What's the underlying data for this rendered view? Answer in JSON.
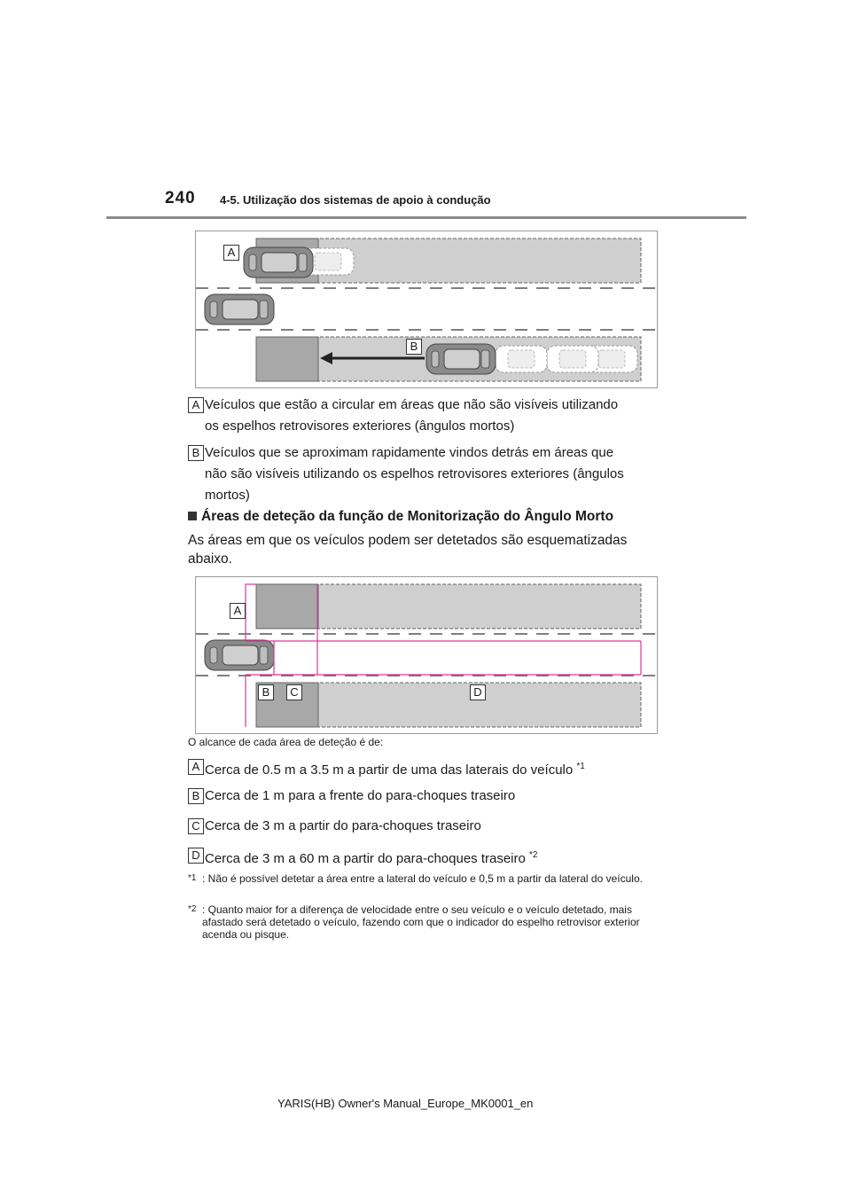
{
  "header": {
    "page_number": "240",
    "section": "4-5. Utilização dos sistemas de apoio à condução"
  },
  "figure1": {
    "labels": [
      "A",
      "B"
    ]
  },
  "legend1": [
    {
      "key": "A",
      "line1": "Veículos que estão a circular em áreas que não são visíveis utilizando",
      "line2": "os espelhos retrovisores exteriores (ângulos mortos)"
    },
    {
      "key": "B",
      "line1": "Veículos que se aproximam rapidamente vindos detrás em áreas que",
      "line2": "não são visíveis utilizando os espelhos retrovisores exteriores (ângulos",
      "line3": "mortos)"
    }
  ],
  "subheading": "Áreas de deteção da função de Monitorização do Ângulo Morto",
  "intro": "As áreas em que os veículos podem ser detetados são esquematizadas abaixo.",
  "figure2": {
    "labels": [
      "A",
      "B",
      "C",
      "D"
    ]
  },
  "caption": "O alcance de cada área de deteção é de:",
  "legend2": [
    {
      "key": "A",
      "text": "Cerca de 0.5 m a 3.5 m a partir de uma das laterais do veículo ",
      "note": "*1"
    },
    {
      "key": "B",
      "text": "Cerca de 1 m para a frente do para-choques traseiro"
    },
    {
      "key": "C",
      "text": "Cerca de 3 m a partir do para-choques traseiro"
    },
    {
      "key": "D",
      "text": "Cerca de 3 m a 60 m a partir do para-choques traseiro ",
      "note": "*2"
    }
  ],
  "footnotes": [
    {
      "mark": "*1",
      "text": ": Não é possível detetar a área entre a lateral do veículo e 0,5 m a partir da lateral do veículo."
    },
    {
      "mark": "*2",
      "text": ": Quanto maior for a diferença de velocidade entre o seu veículo e o veículo detetado, mais afastado será detetado o veículo, fazendo com que o indicador do espelho retrovisor exterior acenda ou pisque."
    }
  ],
  "footer": "YARIS(HB) Owner's Manual_Europe_MK0001_en"
}
